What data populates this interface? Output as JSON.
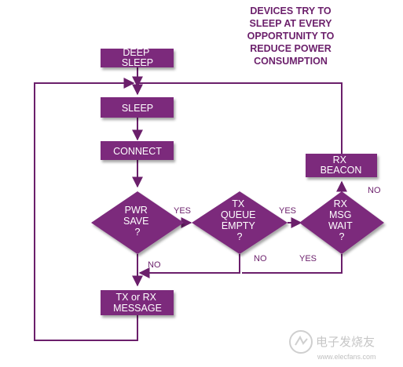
{
  "note": {
    "lines": [
      "DEVICES TRY TO",
      "SLEEP AT  EVERY",
      "OPPORTUNITY TO",
      "REDUCE POWER",
      "CONSUMPTION"
    ]
  },
  "nodes": {
    "deep_sleep": {
      "lines": [
        "DEEP",
        "SLEEP"
      ]
    },
    "sleep": {
      "lines": [
        "SLEEP"
      ]
    },
    "connect": {
      "lines": [
        "CONNECT"
      ]
    },
    "pwr_save": {
      "lines": [
        "PWR",
        "SAVE",
        "?"
      ]
    },
    "tx_queue_empty": {
      "lines": [
        "TX",
        "QUEUE",
        "EMPTY",
        "?"
      ]
    },
    "rx_msg_wait": {
      "lines": [
        "RX",
        "MSG",
        "WAIT",
        "?"
      ]
    },
    "rx_beacon": {
      "lines": [
        "RX",
        "BEACON"
      ]
    },
    "tx_rx_message": {
      "lines": [
        "TX or RX",
        "MESSAGE"
      ]
    }
  },
  "edge_labels": {
    "pwr_save_yes": "YES",
    "pwr_save_no": "NO",
    "tx_queue_yes": "YES",
    "tx_queue_no": "NO",
    "rx_msg_yes": "YES",
    "rx_msg_no": "NO"
  },
  "watermark": {
    "brand": "电子发烧友",
    "url": "www.elecfans.com"
  },
  "colors": {
    "node_fill": "#7b2a7b",
    "line": "#6b1f6b",
    "text_on_node": "#ffffff"
  }
}
